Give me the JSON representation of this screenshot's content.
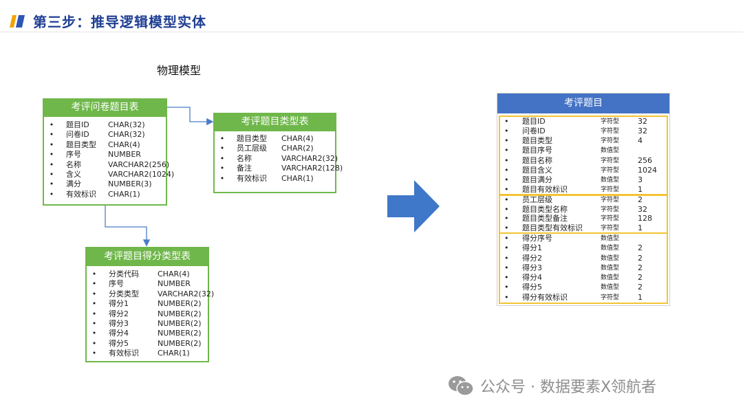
{
  "header": {
    "title": "第三步：推导逻辑模型实体"
  },
  "section_label": "物理模型",
  "tables": [
    {
      "title": "考评问卷题目表",
      "fields": [
        {
          "name": "题目ID",
          "type": "CHAR(32)"
        },
        {
          "name": "问卷ID",
          "type": "CHAR(32)"
        },
        {
          "name": "题目类型",
          "type": "CHAR(4)"
        },
        {
          "name": "序号",
          "type": "NUMBER"
        },
        {
          "name": "名称",
          "type": "VARCHAR2(256)"
        },
        {
          "name": "含义",
          "type": "VARCHAR2(1024)"
        },
        {
          "name": "满分",
          "type": "NUMBER(3)"
        },
        {
          "name": "有效标识",
          "type": "CHAR(1)"
        }
      ]
    },
    {
      "title": "考评题目类型表",
      "fields": [
        {
          "name": "题目类型",
          "type": "CHAR(4)"
        },
        {
          "name": "员工层级",
          "type": "CHAR(2)"
        },
        {
          "name": "名称",
          "type": "VARCHAR2(32)"
        },
        {
          "name": "备注",
          "type": "VARCHAR2(128)"
        },
        {
          "name": "有效标识",
          "type": "CHAR(1)"
        }
      ]
    },
    {
      "title": "考评题目得分类型表",
      "fields": [
        {
          "name": "分类代码",
          "type": "CHAR(4)"
        },
        {
          "name": "序号",
          "type": "NUMBER"
        },
        {
          "name": "分类类型",
          "type": "VARCHAR2(32)"
        },
        {
          "name": "得分1",
          "type": "NUMBER(2)"
        },
        {
          "name": "得分2",
          "type": "NUMBER(2)"
        },
        {
          "name": "得分3",
          "type": "NUMBER(2)"
        },
        {
          "name": "得分4",
          "type": "NUMBER(2)"
        },
        {
          "name": "得分5",
          "type": "NUMBER(2)"
        },
        {
          "name": "有效标识",
          "type": "CHAR(1)"
        }
      ]
    }
  ],
  "entity": {
    "title": "考评题目",
    "groups": [
      {
        "fields": [
          {
            "name": "题目ID",
            "type": "字符型",
            "length": "32"
          },
          {
            "name": "问卷ID",
            "type": "字符型",
            "length": "32"
          },
          {
            "name": "题目类型",
            "type": "字符型",
            "length": "4"
          },
          {
            "name": "题目序号",
            "type": "数值型",
            "length": ""
          },
          {
            "name": "题目名称",
            "type": "字符型",
            "length": "256"
          },
          {
            "name": "题目含义",
            "type": "字符型",
            "length": "1024"
          },
          {
            "name": "题目满分",
            "type": "数值型",
            "length": "3"
          },
          {
            "name": "题目有效标识",
            "type": "字符型",
            "length": "1"
          }
        ]
      },
      {
        "fields": [
          {
            "name": "员工层级",
            "type": "字符型",
            "length": "2"
          },
          {
            "name": "题目类型名称",
            "type": "字符型",
            "length": "32"
          },
          {
            "name": "题目类型备注",
            "type": "字符型",
            "length": "128"
          },
          {
            "name": "题目类型有效标识",
            "type": "字符型",
            "length": "1"
          }
        ]
      },
      {
        "fields": [
          {
            "name": "得分序号",
            "type": "数值型",
            "length": ""
          },
          {
            "name": "得分1",
            "type": "数值型",
            "length": "2"
          },
          {
            "name": "得分2",
            "type": "数值型",
            "length": "2"
          },
          {
            "name": "得分3",
            "type": "数值型",
            "length": "2"
          },
          {
            "name": "得分4",
            "type": "数值型",
            "length": "2"
          },
          {
            "name": "得分5",
            "type": "数值型",
            "length": "2"
          },
          {
            "name": "得分有效标识",
            "type": "字符型",
            "length": "1"
          }
        ]
      }
    ]
  },
  "bullet": "•",
  "watermark": "公众号 · 数据要素X领航者",
  "colors": {
    "title": "#1f3f93",
    "table_green": "#6fb74a",
    "entity_blue": "#4473c5",
    "group_border": "#f2c431",
    "arrow_blue": "#3f77c9",
    "connector": "#4a7cc7"
  }
}
